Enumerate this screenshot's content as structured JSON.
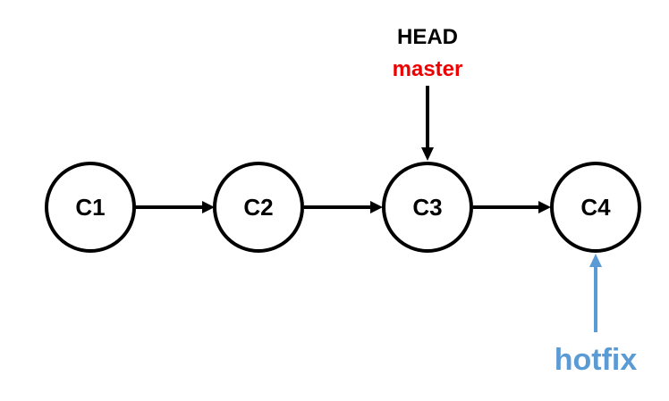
{
  "commits": [
    {
      "id": "c1",
      "label": "C1"
    },
    {
      "id": "c2",
      "label": "C2"
    },
    {
      "id": "c3",
      "label": "C3"
    },
    {
      "id": "c4",
      "label": "C4"
    }
  ],
  "edges": [
    {
      "from": "C1",
      "to": "C2"
    },
    {
      "from": "C2",
      "to": "C3"
    },
    {
      "from": "C3",
      "to": "C4"
    }
  ],
  "refs": {
    "head": {
      "label": "HEAD",
      "color": "#000000",
      "points_to": "C3"
    },
    "master": {
      "label": "master",
      "color": "#ee0000",
      "points_to": "C3"
    },
    "hotfix": {
      "label": "hotfix",
      "color": "#5b9bd5",
      "points_to": "C4"
    }
  }
}
